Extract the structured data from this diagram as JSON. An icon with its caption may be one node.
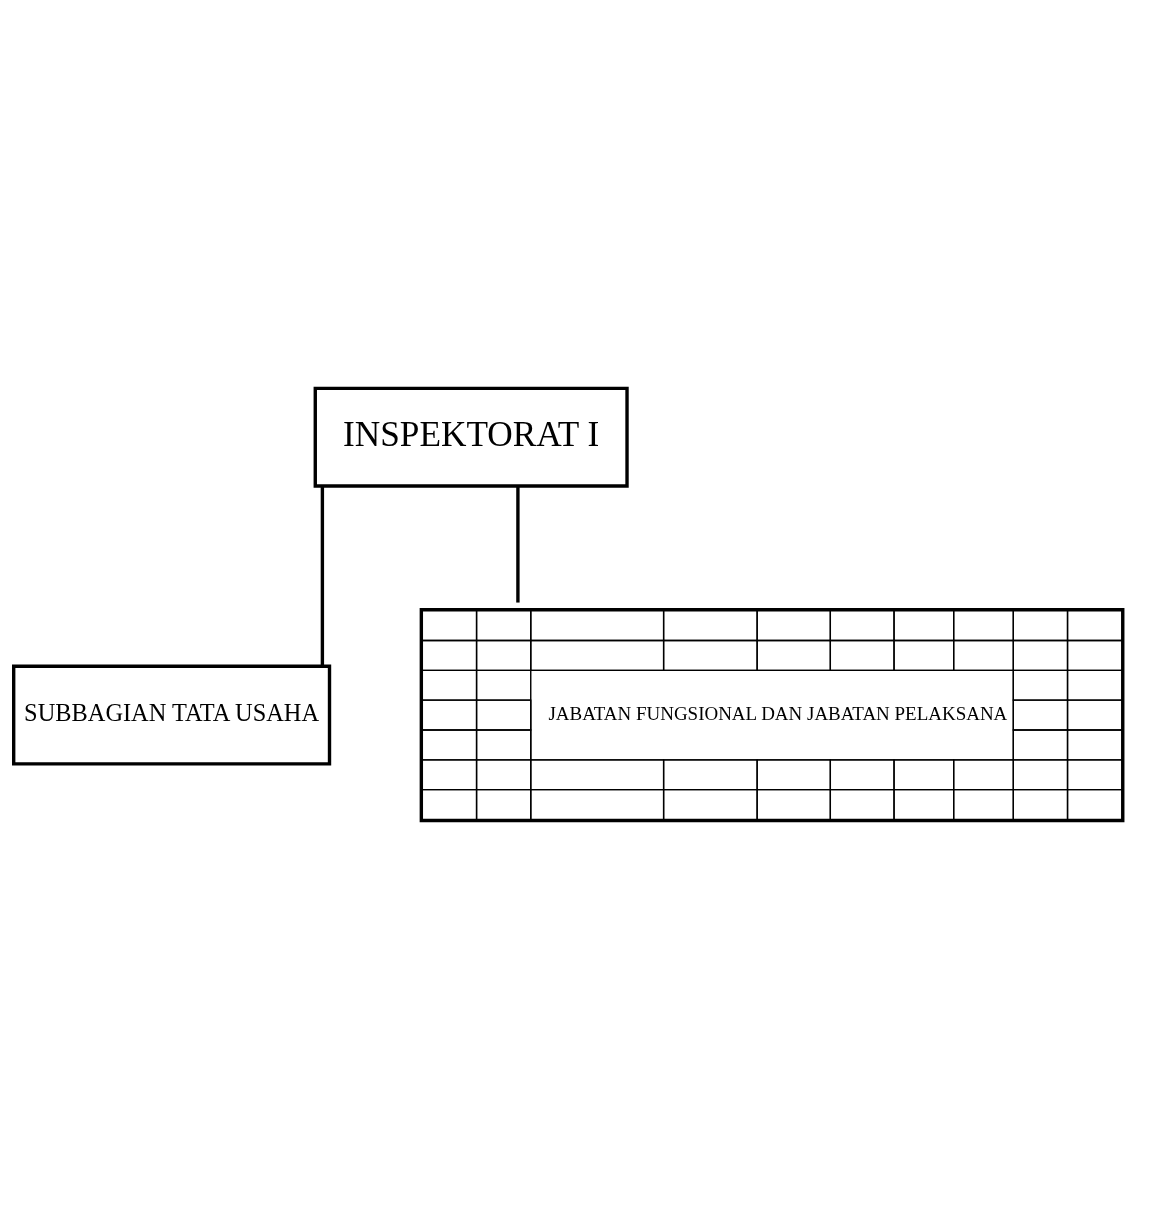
{
  "diagram": {
    "nodes": [
      {
        "text": [
          "INSPEKTORAT I"
        ]
      },
      {
        "text": [
          "SUBBAGIAN TATA USAHA"
        ]
      },
      {
        "text": [
          "JABATAN FUNGSIONAL DAN JABATAN PELAKSANA"
        ]
      }
    ],
    "edges": [
      {
        "from": 0,
        "to": 1,
        "arrow": "none"
      },
      {
        "from": 0,
        "to": 2,
        "arrow": "none"
      }
    ]
  }
}
